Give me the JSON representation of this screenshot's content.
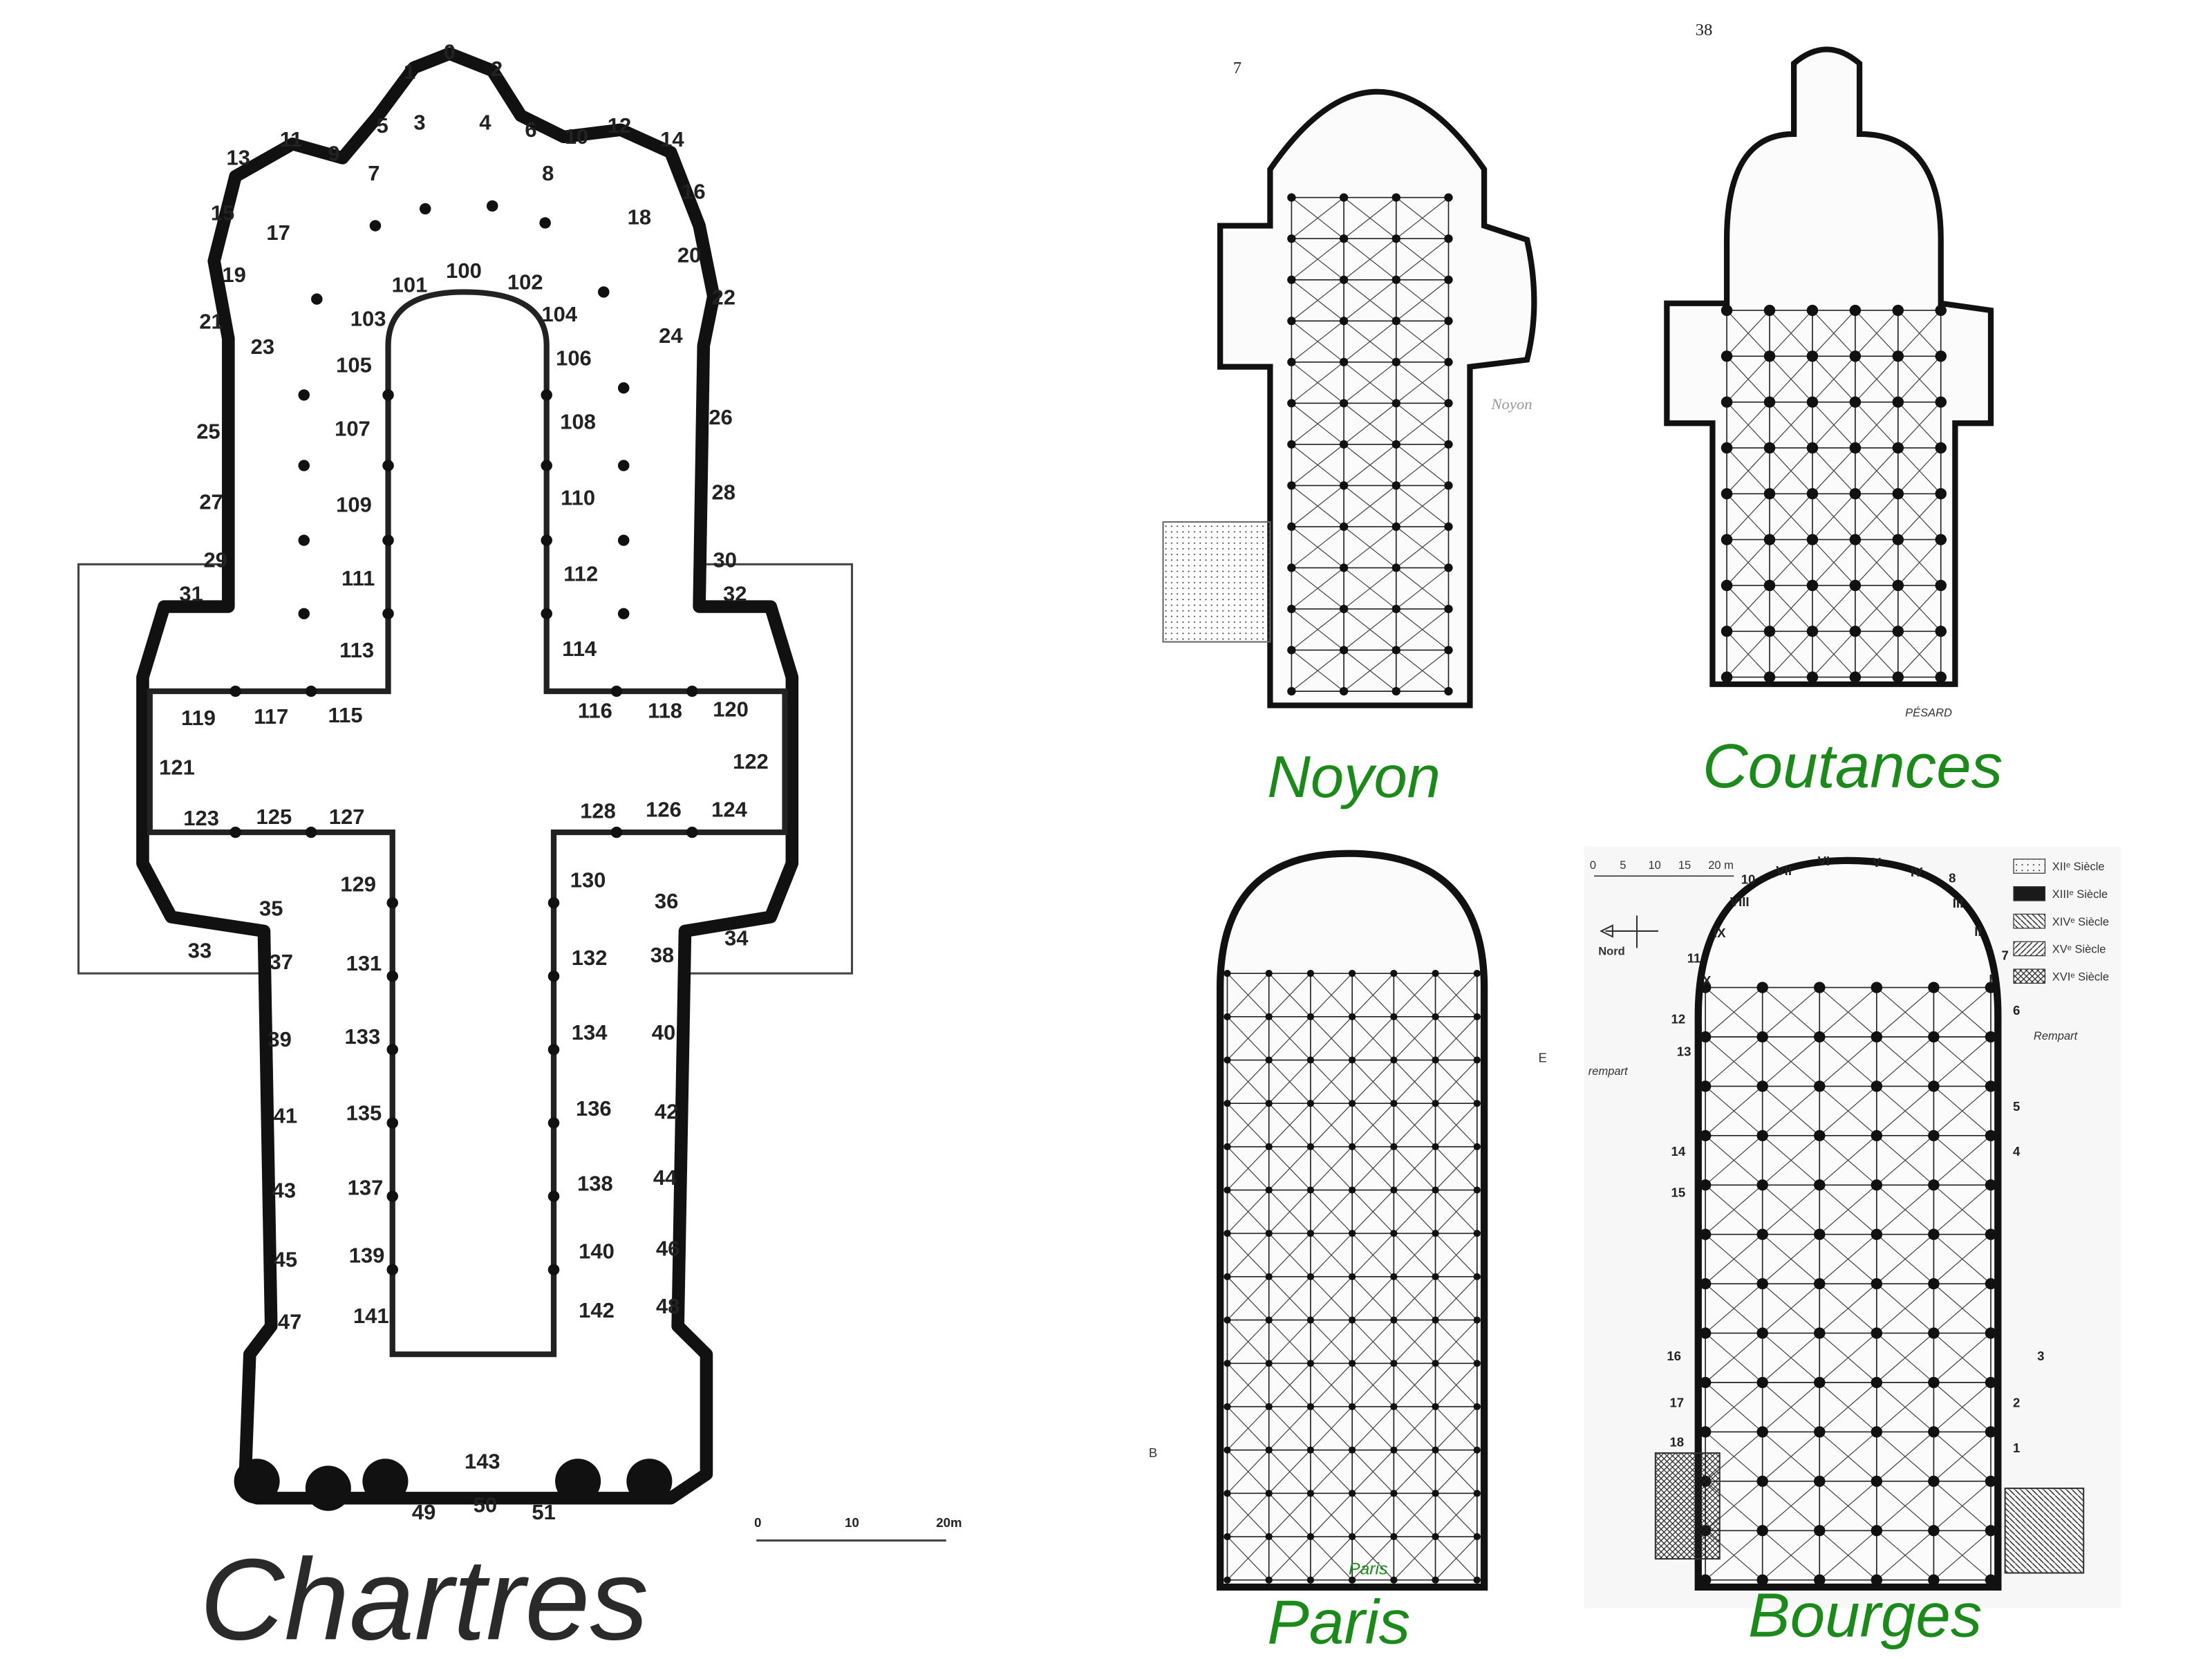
{
  "plans": {
    "chartres": {
      "title": "Chartres",
      "scale": {
        "ticks": [
          "0",
          "10",
          "20m"
        ]
      },
      "outer_numbers": [
        "0",
        "1",
        "2",
        "3",
        "4",
        "5",
        "6",
        "7",
        "8",
        "9",
        "10",
        "11",
        "12",
        "13",
        "14",
        "15",
        "16",
        "17",
        "18",
        "19",
        "20",
        "21",
        "22",
        "23",
        "24",
        "25",
        "26",
        "27",
        "28",
        "29",
        "30",
        "31",
        "32",
        "33",
        "34",
        "35",
        "36",
        "37",
        "38",
        "39",
        "40",
        "41",
        "42",
        "43",
        "44",
        "45",
        "46",
        "47",
        "48",
        "49",
        "50",
        "51"
      ],
      "inner_numbers": [
        "100",
        "101",
        "102",
        "103",
        "104",
        "105",
        "106",
        "107",
        "108",
        "109",
        "110",
        "111",
        "112",
        "113",
        "114",
        "115",
        "116",
        "117",
        "118",
        "119",
        "120",
        "121",
        "122",
        "123",
        "124",
        "125",
        "126",
        "127",
        "128",
        "129",
        "130",
        "131",
        "132",
        "133",
        "134",
        "135",
        "136",
        "137",
        "138",
        "139",
        "140",
        "141",
        "142",
        "143"
      ]
    },
    "noyon": {
      "title": "Noyon",
      "page_number": "7",
      "handwritten_label": "Noyon"
    },
    "coutances": {
      "title": "Coutances",
      "page_number": "38",
      "signature": "PÉSARD"
    },
    "paris": {
      "title": "Paris",
      "small_label": "Paris",
      "margin_letters": [
        "B",
        "E"
      ]
    },
    "bourges": {
      "title": "Bourges",
      "scale": {
        "ticks": [
          "0",
          "5",
          "10",
          "15",
          "20 m"
        ]
      },
      "north_label": "Nord",
      "rempart_labels": [
        "Rempart",
        "rempart"
      ],
      "chapel_numerals": [
        "I",
        "II",
        "III",
        "IV",
        "V",
        "VI",
        "VII",
        "VIII",
        "IX",
        "X"
      ],
      "side_numbers": [
        "1",
        "2",
        "3",
        "4",
        "5",
        "6",
        "7",
        "8",
        "10",
        "11",
        "12",
        "13",
        "14",
        "15",
        "16",
        "17",
        "18"
      ],
      "legend": [
        {
          "label": "XIIᵉ Siècle",
          "pattern": "dots"
        },
        {
          "label": "XIIIᵉ Siècle",
          "pattern": "solid"
        },
        {
          "label": "XIVᵉ Siècle",
          "pattern": "hatch-back"
        },
        {
          "label": "XVᵉ Siècle",
          "pattern": "hatch-fwd"
        },
        {
          "label": "XVIᵉ Siècle",
          "pattern": "cross"
        }
      ]
    }
  },
  "colors": {
    "title_green": "#1b8a1b",
    "title_dark": "#2a2a2a",
    "ink": "#111111"
  }
}
